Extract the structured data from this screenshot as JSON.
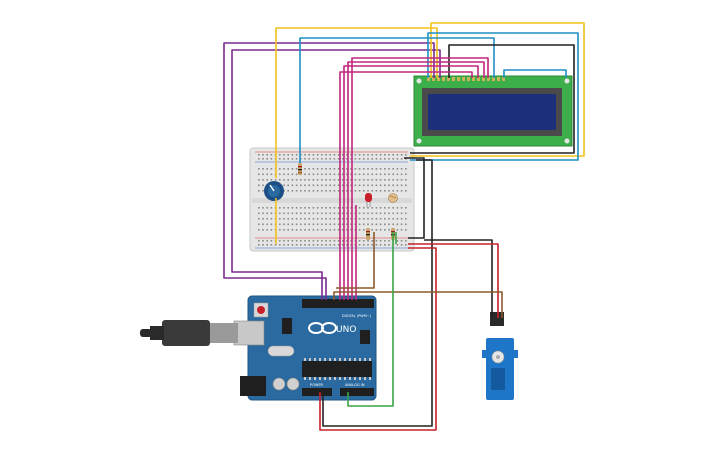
{
  "arduino": {
    "logo_text": "UNO",
    "header_digital": "DIGITAL (PWM~)",
    "header_power": "POWER",
    "header_analog": "ANALOG IN"
  },
  "components": {
    "lcd": "lcd-16x2",
    "potentiometer": "potentiometer",
    "servo": "micro-servo",
    "led": "red-led",
    "ldr": "photoresistor",
    "usb": "usb-b-cable"
  },
  "colors": {
    "wire_yellow": "#f2c21b",
    "wire_blue": "#1e8fc4",
    "wire_purple": "#7a2b8f",
    "wire_magenta": "#c2257a",
    "wire_black": "#222222",
    "wire_red": "#c8202a",
    "wire_green": "#3aa445",
    "wire_brown": "#8b5a2b",
    "arduino_body": "#2a6aa0",
    "lcd_pcb": "#3cae4a",
    "lcd_screen": "#1c2f7a",
    "servo_body": "#1d76c8",
    "breadboard": "#e8e8e8"
  }
}
